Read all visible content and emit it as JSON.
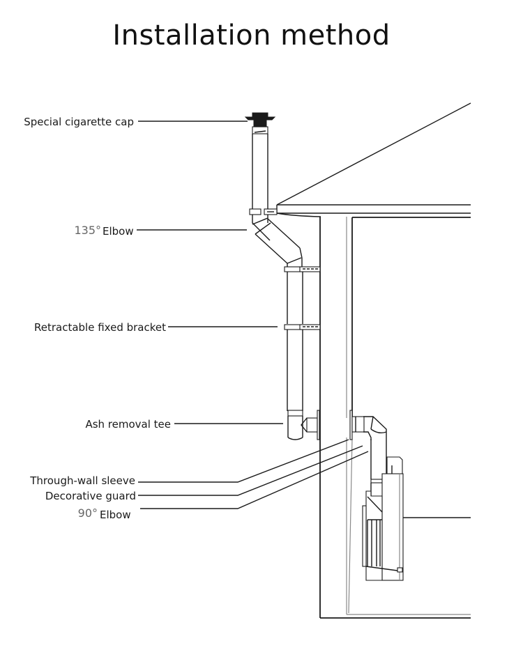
{
  "title": "Installation method",
  "labels": {
    "cap": "Special cigarette cap",
    "elbow135_deg": "135°",
    "elbow135_text": "Elbow",
    "bracket": "Retractable fixed bracket",
    "ash_tee": "Ash removal tee",
    "sleeve": "Through-wall sleeve",
    "guard": "Decorative guard",
    "elbow90_deg": "90°",
    "elbow90_text": "Elbow"
  }
}
